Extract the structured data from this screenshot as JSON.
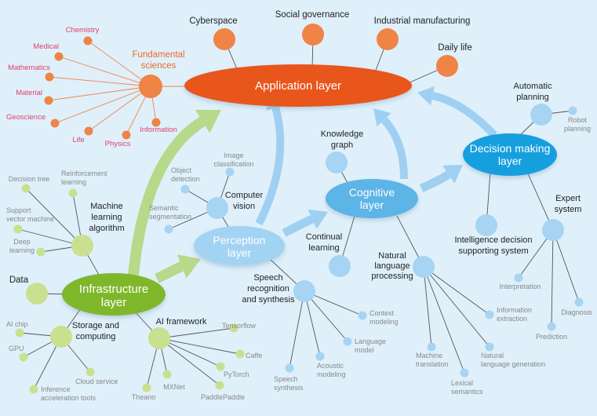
{
  "colors": {
    "background": "#dff0fb",
    "application": "#e8561a",
    "application_node": "#ef8446",
    "fundamental_label": "#ea6a2c",
    "fundamental_leaf_label": "#e0406a",
    "infrastructure": "#7fb72a",
    "infra_node": "#c9e18f",
    "infra_arrow": "#b7d98a",
    "perception": "#a3d3f3",
    "cognitive": "#5db4e6",
    "decision": "#129fdf",
    "blue_node": "#a6d4f2",
    "blue_arrow": "#9fd0f2",
    "dark_text": "#222222",
    "gray_text": "#888888",
    "line": "#555555"
  },
  "layers": {
    "application": "Application layer",
    "infrastructure": [
      "Infrastructure",
      "layer"
    ],
    "perception": [
      "Perception",
      "layer"
    ],
    "cognitive": [
      "Cognitive",
      "layer"
    ],
    "decision": [
      "Decision making",
      "layer"
    ]
  },
  "application_nodes": [
    "Cyberspace",
    "Social governance",
    "Industrial manufacturing",
    "Daily life"
  ],
  "fundamental_sciences": {
    "label": [
      "Fundamental",
      "sciences"
    ],
    "leaves": [
      "Chemistry",
      "Medical",
      "Mathematics",
      "Material",
      "Geoscience",
      "Life",
      "Physics",
      "Information"
    ]
  },
  "infrastructure_groups": {
    "machine_learning": {
      "label": [
        "Machine",
        "learning",
        "algorithm"
      ],
      "leaves": [
        [
          "Decision tree"
        ],
        [
          "Reinforcement",
          "learning"
        ],
        [
          "Support",
          "vector machine"
        ],
        [
          "Deep",
          "learning"
        ]
      ]
    },
    "data": {
      "label": [
        "Data"
      ]
    },
    "storage": {
      "label": [
        "Storage and",
        "computing"
      ],
      "leaves": [
        [
          "AI chip"
        ],
        [
          "GPU"
        ],
        [
          "Cloud service"
        ],
        [
          "Inference",
          "acceleration tools"
        ]
      ]
    },
    "ai_framework": {
      "label": [
        "AI framework"
      ],
      "leaves": [
        [
          "Tensorflow"
        ],
        [
          "Caffe"
        ],
        [
          "PyTorch"
        ],
        [
          "PaddlePaddle"
        ],
        [
          "MXNet"
        ],
        [
          "Theano"
        ]
      ]
    }
  },
  "perception_groups": {
    "computer_vision": {
      "label": [
        "Computer",
        "vision"
      ],
      "leaves": [
        [
          "Image",
          "classification"
        ],
        [
          "Object",
          "detection"
        ],
        [
          "Semantic",
          "segmentation"
        ]
      ]
    },
    "speech": {
      "label": [
        "Speech",
        "recognition",
        "and synthesis"
      ],
      "leaves": [
        [
          "Context",
          "modeling"
        ],
        [
          "Language",
          "model"
        ],
        [
          "Acoustic",
          "modeling"
        ],
        [
          "Speech",
          "synthesis"
        ]
      ]
    }
  },
  "cognitive_groups": {
    "knowledge_graph": {
      "label": [
        "Knowledge",
        "graph"
      ]
    },
    "continual_learning": {
      "label": [
        "Continual",
        "learning"
      ]
    },
    "nlp": {
      "label": [
        "Natural",
        "language",
        "processing"
      ],
      "leaves": [
        [
          "Information",
          "extraction"
        ],
        [
          "Natural",
          "language generation"
        ],
        [
          "Lexical",
          "semantics"
        ],
        [
          "Machine",
          "translation"
        ]
      ]
    }
  },
  "decision_groups": {
    "automatic_planning": {
      "label": [
        "Automatic",
        "planning"
      ],
      "leaves": [
        [
          "Robot",
          "planning"
        ]
      ]
    },
    "idss": {
      "label": [
        "Intelligence decision",
        "supporting system"
      ]
    },
    "expert_system": {
      "label": [
        "Expert",
        "system"
      ],
      "leaves": [
        [
          "Interpretation"
        ],
        [
          "Prediction"
        ],
        [
          "Diagnosis"
        ]
      ]
    }
  }
}
